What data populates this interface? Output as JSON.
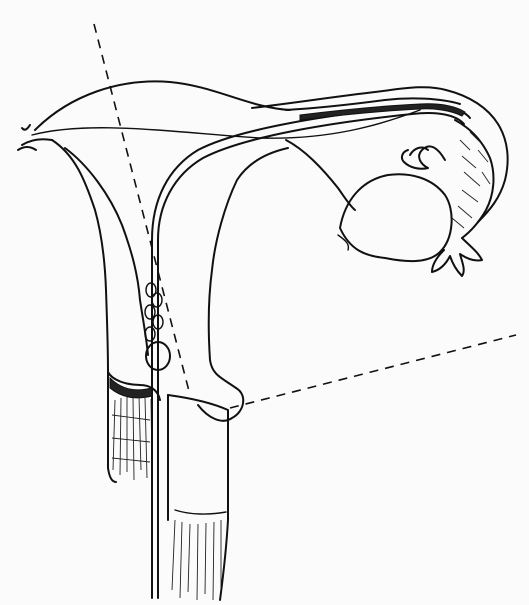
{
  "figure": {
    "background": "#fbfbfb",
    "stroke_color": "#111111",
    "parts": [
      "uterus",
      "cervix",
      "vagina",
      "fallopian-tube",
      "ovary",
      "fimbriae",
      "catheter",
      "section-line"
    ]
  }
}
